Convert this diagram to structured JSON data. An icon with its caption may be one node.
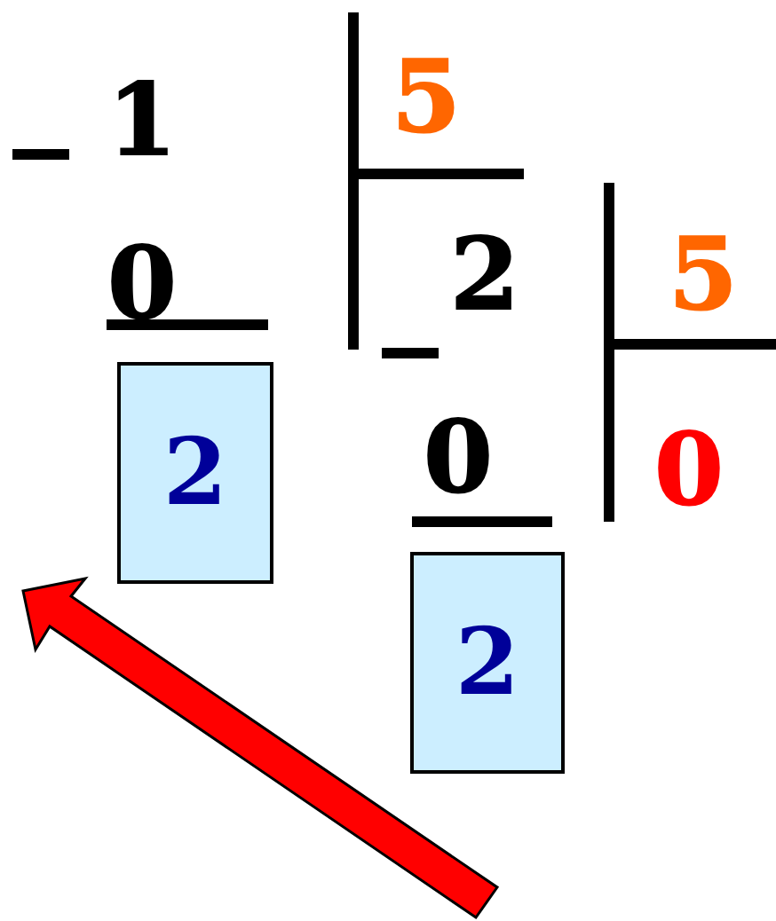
{
  "diagram": {
    "nodes": [
      {
        "text": [
          "2"
        ]
      },
      {
        "text": [
          "2"
        ]
      }
    ],
    "labels": [
      "1",
      "0",
      "5",
      "2",
      "0",
      "5",
      "0"
    ]
  }
}
